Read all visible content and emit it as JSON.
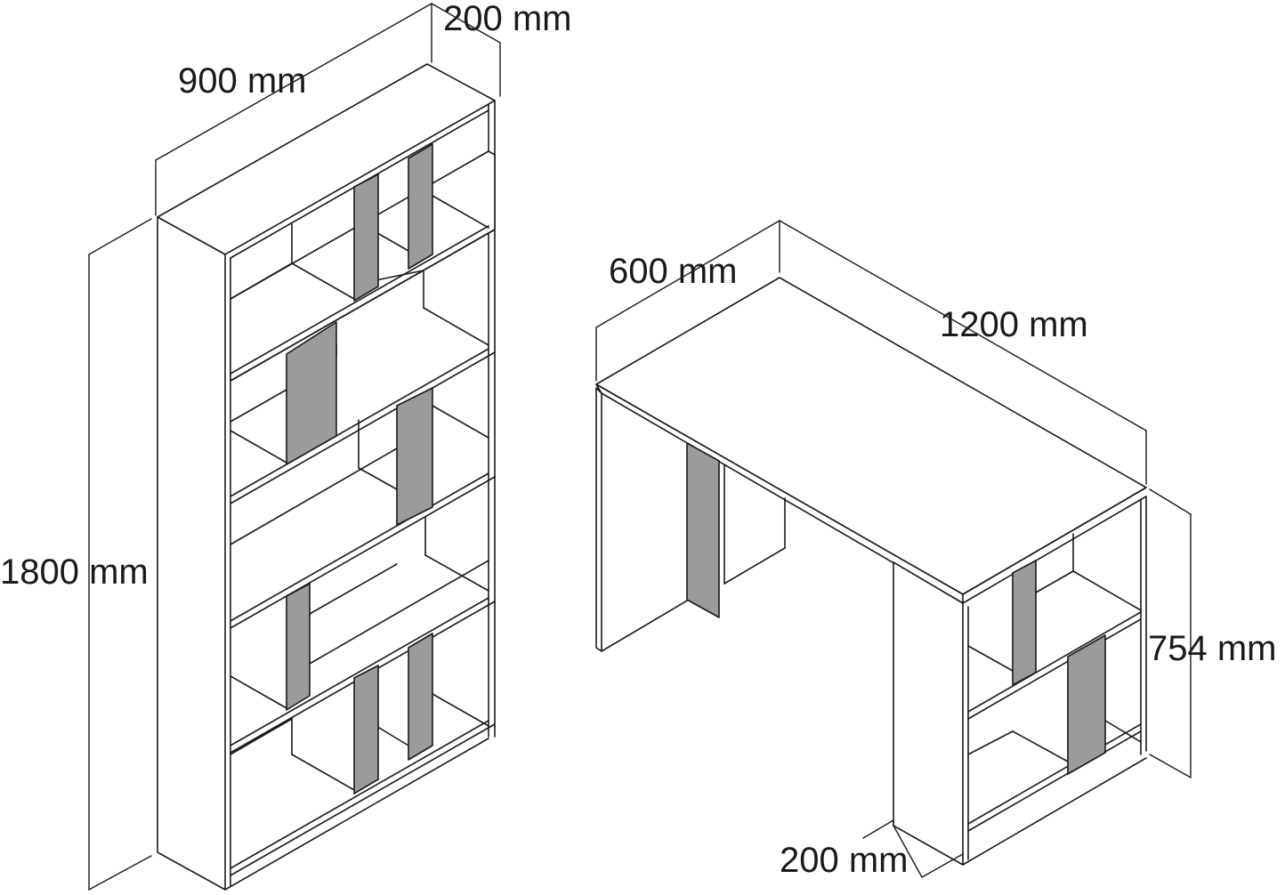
{
  "bookcase": {
    "width_label": "900 mm",
    "depth_label": "200 mm",
    "height_label": "1800 mm"
  },
  "desk": {
    "depth_label": "600 mm",
    "width_label": "1200 mm",
    "height_label": "754 mm",
    "leg_label": "200 mm"
  },
  "colors": {
    "line": "#1a1a1a",
    "panel_gray": "#9b9b9b",
    "background": "#ffffff"
  }
}
